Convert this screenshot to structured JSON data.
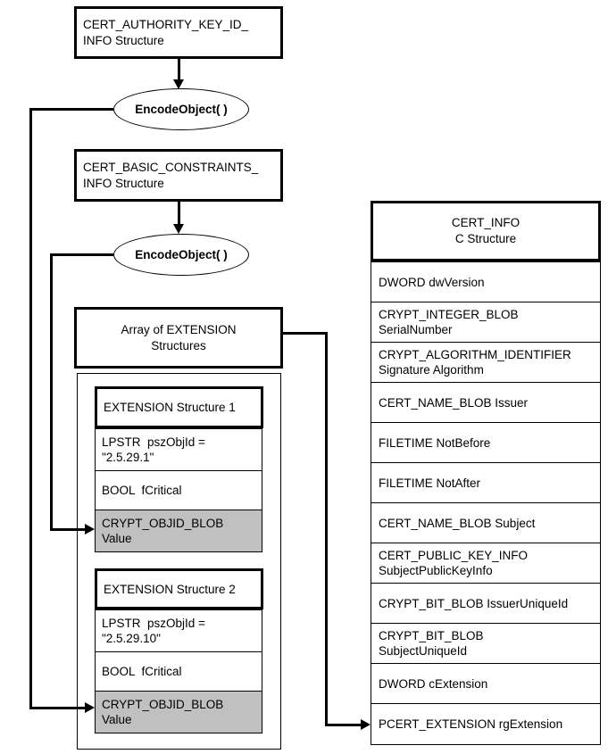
{
  "colors": {
    "line": "#000000",
    "background": "#ffffff",
    "gray_fill": "#c0c0c0"
  },
  "flow": {
    "authority_box": [
      "CERT_AUTHORITY_KEY_ID_",
      "INFO Structure"
    ],
    "encode_object_1": "EncodeObject( )",
    "basic_constraints_box": [
      "CERT_BASIC_CONSTRAINTS_",
      "INFO Structure"
    ],
    "encode_object_2": "EncodeObject( )",
    "array_box": [
      "Array of EXTENSION",
      "Structures"
    ]
  },
  "extensions": [
    {
      "title": "EXTENSION Structure 1",
      "rows": [
        {
          "text": [
            "LPSTR  pszObjId =",
            "\"2.5.29.1\""
          ],
          "highlight": false
        },
        {
          "text": [
            "BOOL  fCritical"
          ],
          "highlight": false
        },
        {
          "text": [
            "CRYPT_OBJID_BLOB",
            "Value"
          ],
          "highlight": true
        }
      ]
    },
    {
      "title": "EXTENSION Structure 2",
      "rows": [
        {
          "text": [
            "LPSTR  pszObjId =",
            "\"2.5.29.10\""
          ],
          "highlight": false
        },
        {
          "text": [
            "BOOL  fCritical"
          ],
          "highlight": false
        },
        {
          "text": [
            "CRYPT_OBJID_BLOB",
            "Value"
          ],
          "highlight": true
        }
      ]
    }
  ],
  "cert_info": {
    "title": [
      "CERT_INFO",
      "C Structure"
    ],
    "rows": [
      {
        "text": [
          "DWORD dwVersion"
        ]
      },
      {
        "text": [
          "CRYPT_INTEGER_BLOB",
          "SerialNumber"
        ]
      },
      {
        "text": [
          "CRYPT_ALGORITHM_IDENTIFIER",
          "Signature Algorithm"
        ]
      },
      {
        "text": [
          "CERT_NAME_BLOB Issuer"
        ]
      },
      {
        "text": [
          "FILETIME NotBefore"
        ]
      },
      {
        "text": [
          "FILETIME NotAfter"
        ]
      },
      {
        "text": [
          "CERT_NAME_BLOB Subject"
        ]
      },
      {
        "text": [
          "CERT_PUBLIC_KEY_INFO",
          "SubjectPublicKeyInfo"
        ]
      },
      {
        "text": [
          "CRYPT_BIT_BLOB IssuerUniqueId"
        ]
      },
      {
        "text": [
          "CRYPT_BIT_BLOB",
          "SubjectUniqueId"
        ]
      },
      {
        "text": [
          "DWORD cExtension"
        ]
      },
      {
        "text": [
          "PCERT_EXTENSION rgExtension"
        ]
      }
    ]
  }
}
